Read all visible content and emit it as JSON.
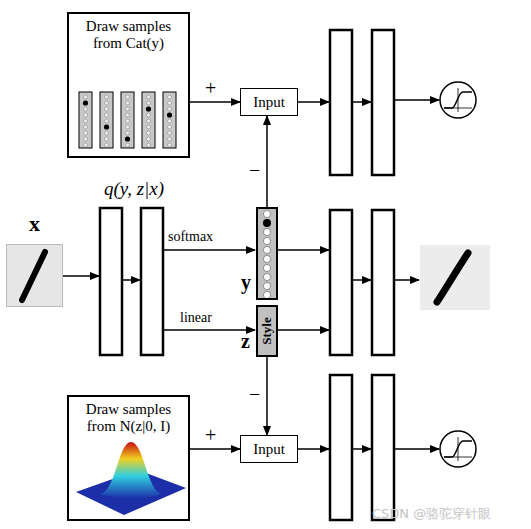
{
  "diagram": {
    "nodes": [
      {
        "text": [
          "Draw samples from Cat(y)"
        ]
      },
      {
        "text": [
          "Input"
        ]
      },
      {
        "text": [
          "x"
        ]
      },
      {
        "text": [
          "y"
        ]
      },
      {
        "text": [
          "z",
          "Style"
        ]
      },
      {
        "text": [
          "Draw samples from N(z|0, I)"
        ]
      },
      {
        "text": [
          "Input"
        ]
      }
    ],
    "edges": [
      {
        "from": 0,
        "to": 1,
        "arrow": "to",
        "label": "+"
      },
      {
        "from": 3,
        "to": 1,
        "arrow": "to",
        "label": "−"
      },
      {
        "from": 5,
        "to": 6,
        "arrow": "to",
        "label": "+"
      },
      {
        "from": 4,
        "to": 6,
        "arrow": "to",
        "label": "−"
      }
    ],
    "labels": [
      "q(y, z|x)",
      "softmax",
      "linear",
      "CSDN @骆驼穿针眼"
    ]
  }
}
